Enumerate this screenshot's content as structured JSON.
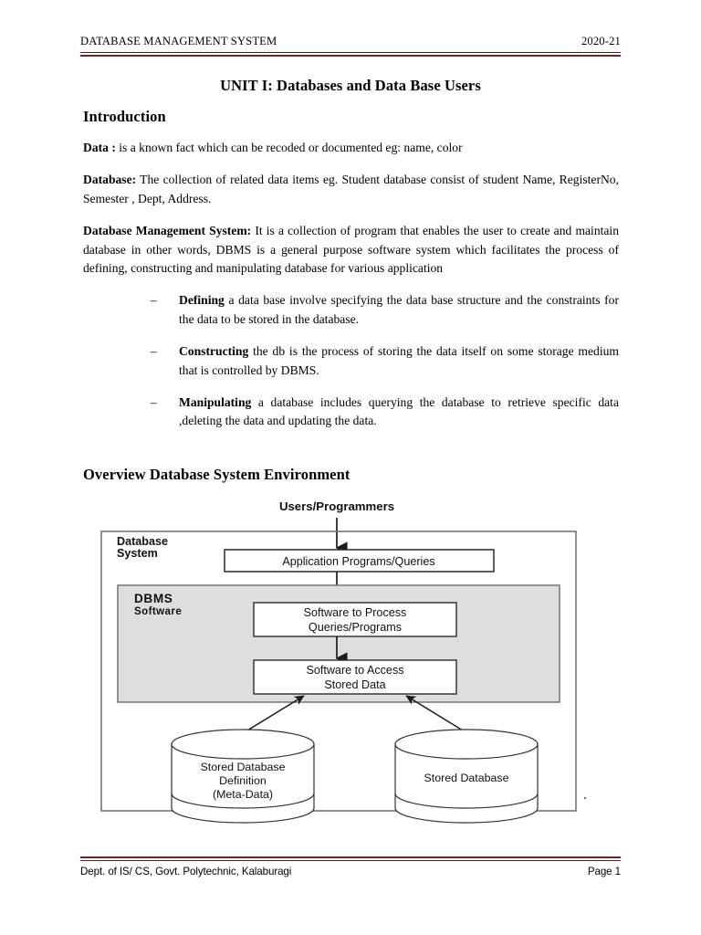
{
  "header": {
    "course_title": "DATABASE MANAGEMENT SYSTEM",
    "academic_year": "2020-21",
    "rule_color": "#7a2222"
  },
  "unit_title": "UNIT I: Databases and Data Base Users",
  "sections": {
    "introduction_heading": "Introduction",
    "figure_heading": "Overview Database System Environment"
  },
  "definitions": [
    {
      "term": "Data :",
      "text": " is a known fact which can be recoded or documented eg: name, color"
    },
    {
      "term": "Database:",
      "text": " The collection of related data items eg. Student database consist of student Name, RegisterNo, Semester ,  Dept,  Address."
    },
    {
      "term": "Database Management System:",
      "text": "  It is a collection of program  that enables the user to create and maintain database  in other words, DBMS is a general purpose software system which facilitates the process of defining, constructing and manipulating database for various application"
    }
  ],
  "bullets": [
    {
      "marker": "–",
      "term": "Defining",
      "text": " a data base involve specifying   the data base structure and the constraints  for the data to be stored  in the database."
    },
    {
      "marker": "–",
      "term": "Constructing",
      "text": " the db is the process of storing the data itself on some storage medium that is controlled by DBMS."
    },
    {
      "marker": "–",
      "term": "Manipulating",
      "text": " a database includes querying the database to retrieve specific data ,deleting the data and updating the data."
    }
  ],
  "diagram": {
    "caption_top": "Users/Programmers",
    "outer_box_label_line1": "Database",
    "outer_box_label_line2": "System",
    "dbms_box_label_line1": "DBMS",
    "dbms_box_label_line2": "Software",
    "dbms_fill_color": "#dedede",
    "boxes": [
      {
        "name": "application-programs-queries",
        "lines": [
          "Application Programs/Queries"
        ]
      },
      {
        "name": "software-to-process",
        "lines": [
          "Software to Process",
          "Queries/Programs"
        ]
      },
      {
        "name": "software-to-access",
        "lines": [
          "Software to Access",
          "Stored Data"
        ]
      }
    ],
    "cylinders": [
      {
        "name": "stored-database-definition",
        "lines": [
          "Stored Database",
          "Definition",
          "(Meta-Data)"
        ]
      },
      {
        "name": "stored-database",
        "lines": [
          "Stored Database"
        ]
      }
    ]
  },
  "footer": {
    "department": "Dept. of IS/ CS, Govt. Polytechnic, Kalaburagi",
    "page_label": "Page 1"
  }
}
